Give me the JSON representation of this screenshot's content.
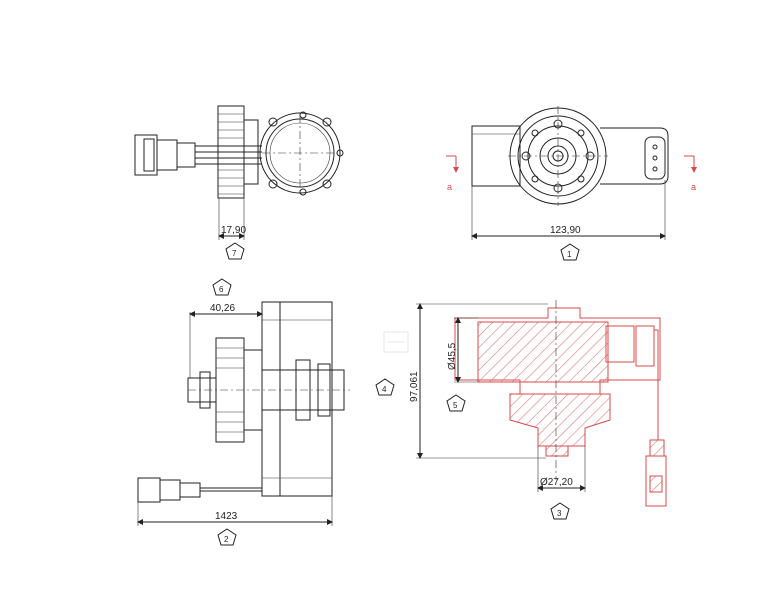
{
  "dimensions": {
    "view_top_left_width": "17,90",
    "view_top_right_length": "123,90",
    "view_side_length": "40,26",
    "view_bottom_left_length": "1423",
    "view_bottom_right_diameter": "Ø45,5",
    "view_bottom_right_height": "97,061",
    "view_bottom_right_port": "Ø27,20"
  },
  "callouts": [
    "1",
    "2",
    "3",
    "4",
    "5",
    "6",
    "7"
  ],
  "section_markers": {
    "left": "a",
    "right": "a"
  },
  "colors": {
    "line": "#222222",
    "section": "#d84a4a",
    "hatch": "#e07a7a"
  }
}
